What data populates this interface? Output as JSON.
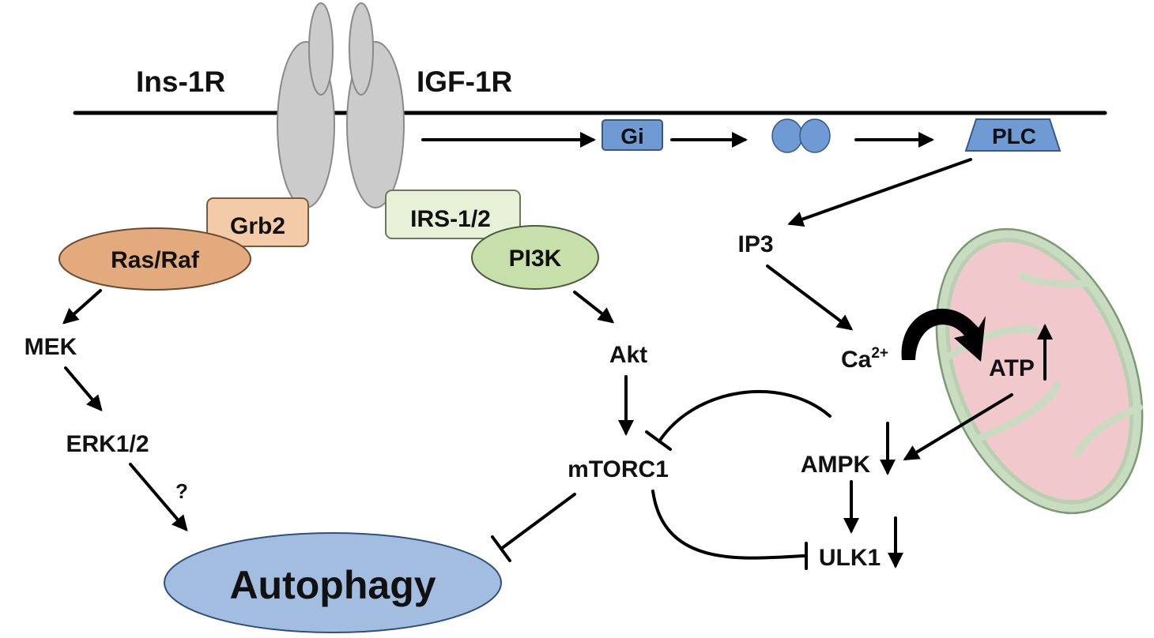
{
  "receptors": {
    "insulin": "Ins-1R",
    "igf": "IGF-1R"
  },
  "adaptors": {
    "grb2": "Grb2",
    "ras_raf": "Ras/Raf",
    "irs": "IRS-1/2",
    "pi3k": "PI3K"
  },
  "g_protein_path": {
    "gi": "Gi",
    "plc": "PLC"
  },
  "nodes": {
    "mek": "MEK",
    "erk": "ERK1/2",
    "question": "?",
    "akt": "Akt",
    "mtorc1": "mTORC1",
    "ip3": "IP3",
    "ca": "Ca",
    "ca_sup": "2+",
    "atp": "ATP",
    "ampk": "AMPK",
    "ulk1": "ULK1",
    "autophagy": "Autophagy"
  },
  "colors": {
    "receptor": "#cbcbcb",
    "grb2": "#f3cba8",
    "ras_raf": "#e3ab7d",
    "irs": "#e6f1d8",
    "pi3k": "#c6dfab",
    "g_protein": "#6f9ad4",
    "autophagy": "#a3bde1",
    "mito_outer": "#c9dbc1",
    "mito_inner": "#f1c9cd"
  }
}
